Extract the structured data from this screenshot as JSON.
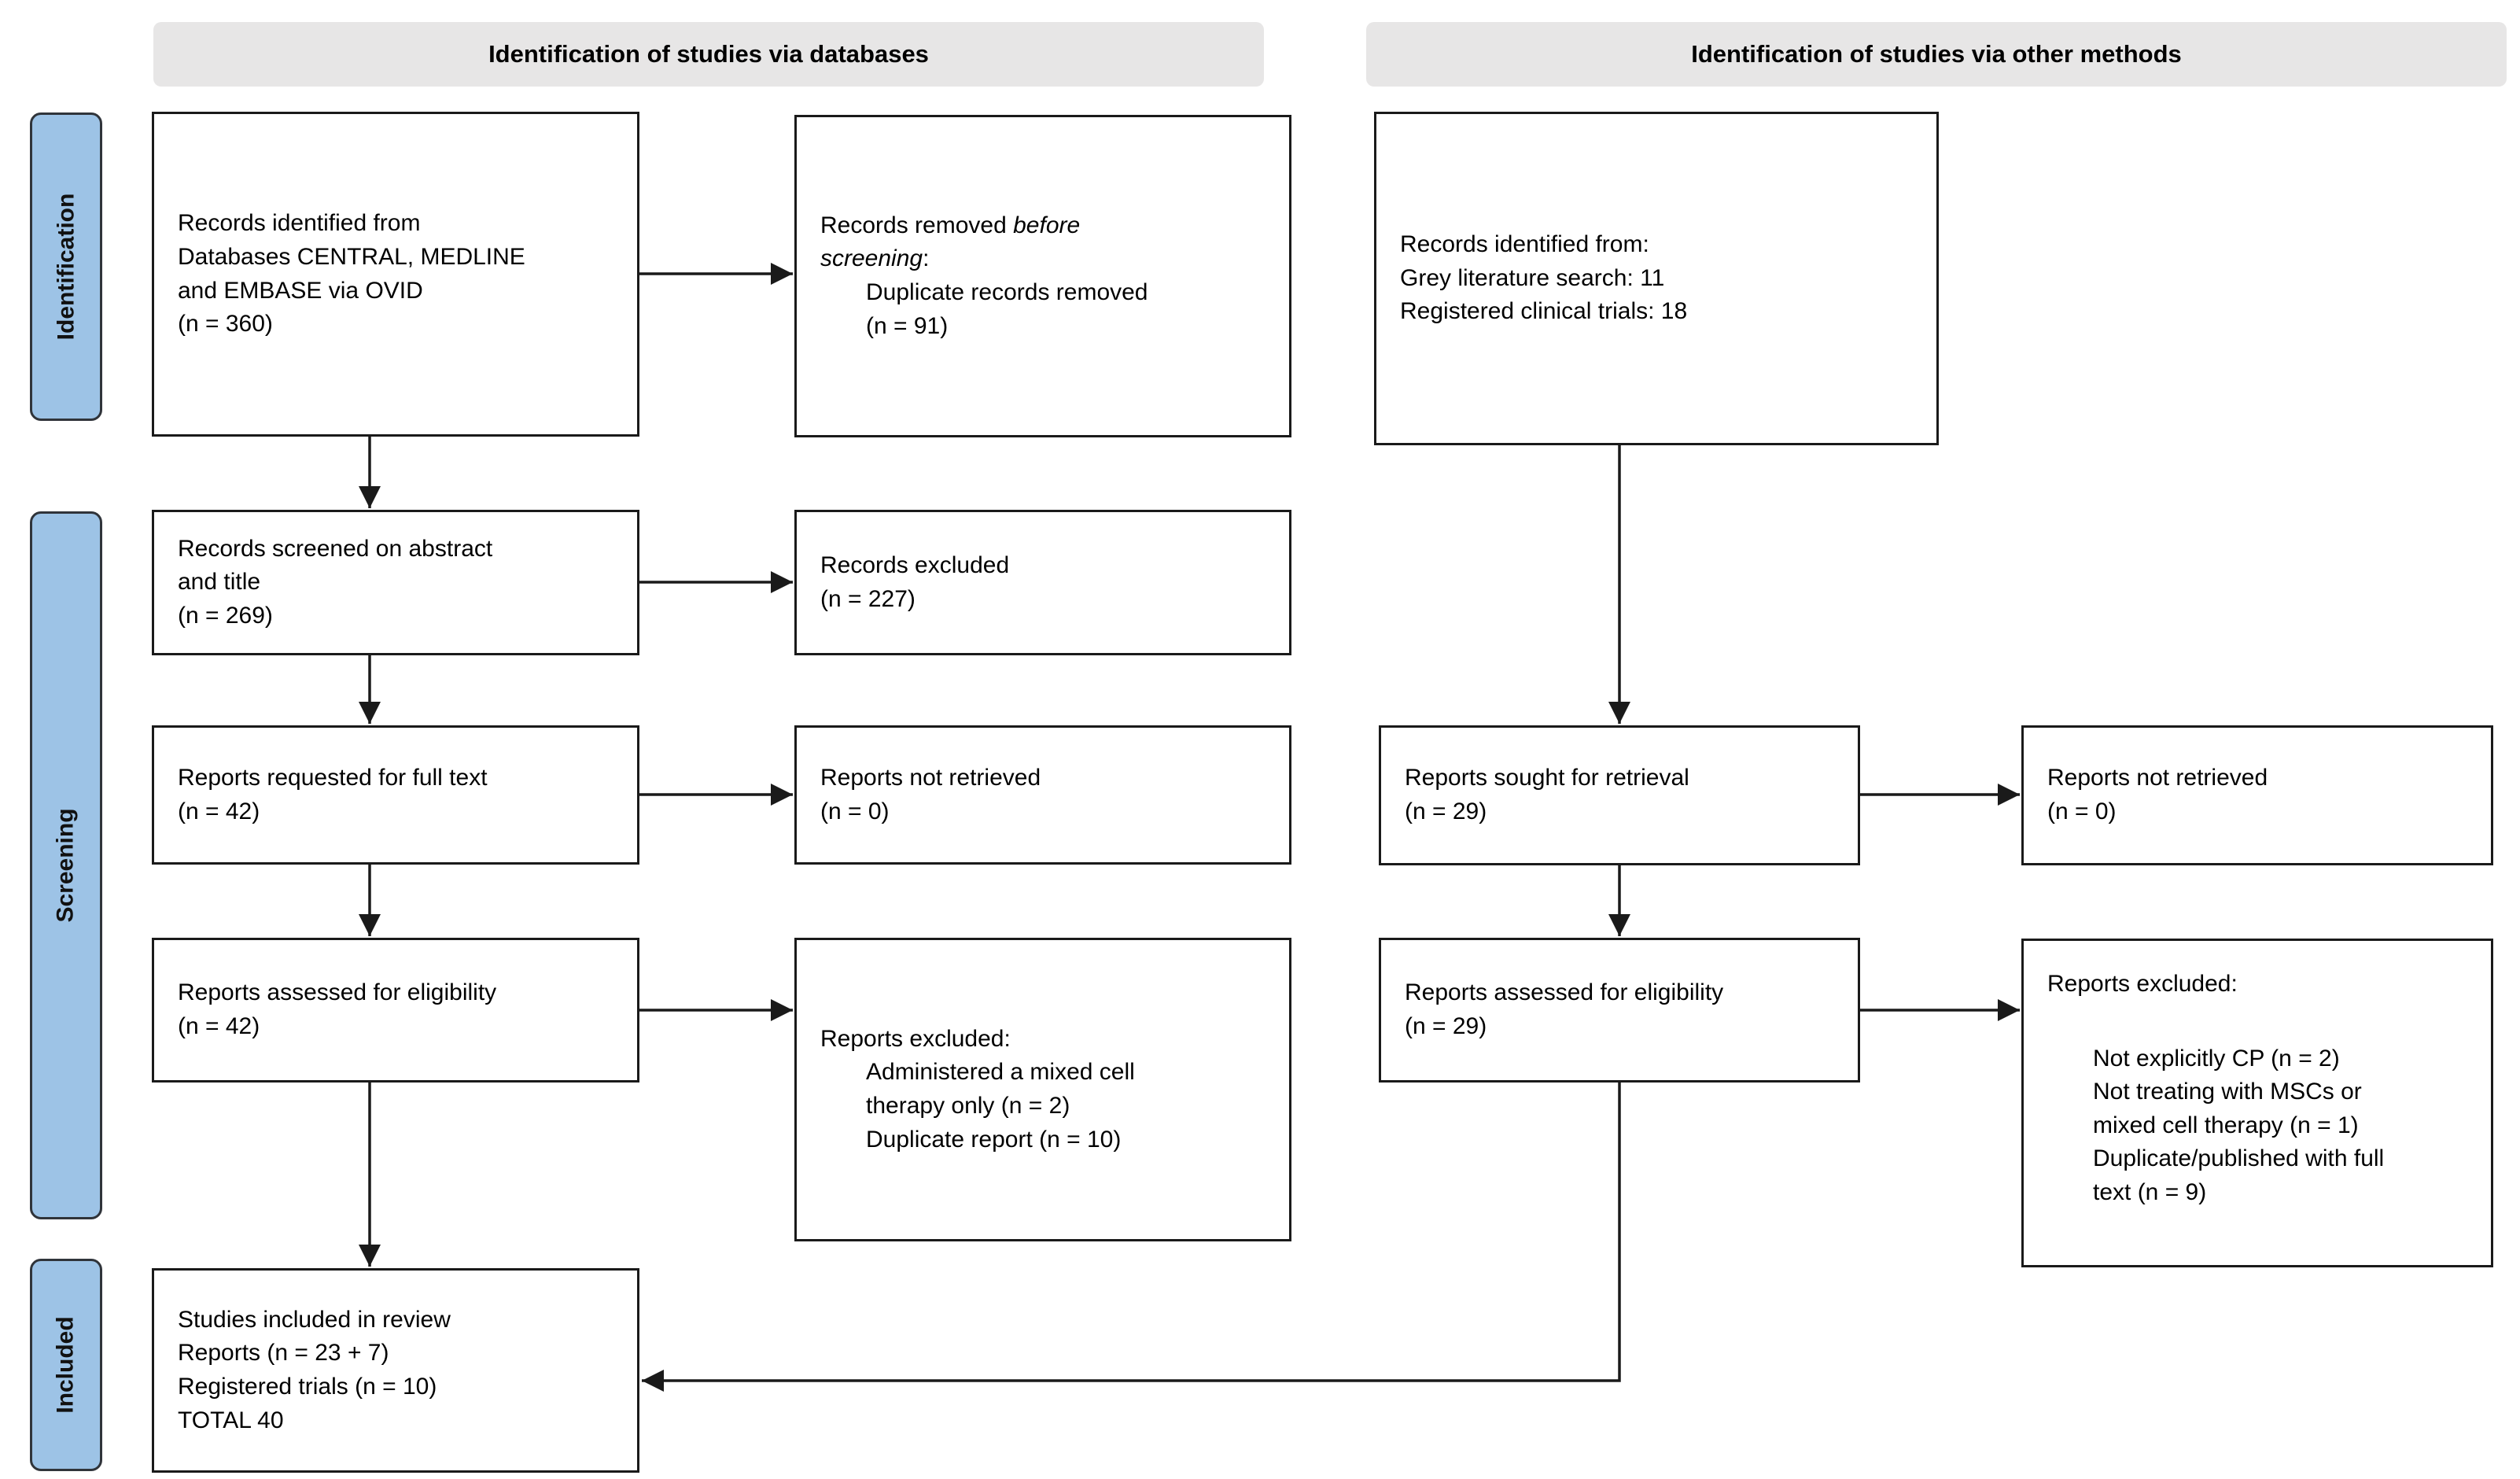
{
  "headers": {
    "databases": "Identification of studies via databases",
    "other_methods": "Identification of studies via other methods"
  },
  "sidebar": {
    "identification": "Identification",
    "screening": "Screening",
    "included": "Included"
  },
  "colors": {
    "sidebar_fill": "#9DC3E6",
    "header_fill": "#E7E6E6",
    "line": "#1A1A1A"
  },
  "boxes": {
    "records_identified_db": {
      "lines": [
        "Records identified from",
        "Databases CENTRAL, MEDLINE",
        "and EMBASE via OVID",
        "(n = 360)"
      ]
    },
    "records_removed": {
      "plain1": "Records removed ",
      "italic1": "before",
      "italic2": "screening",
      "plain2": ":",
      "lines": [
        "Duplicate records removed",
        "(n = 91)"
      ]
    },
    "records_identified_other": {
      "lines": [
        "Records identified from:",
        "Grey literature search: 11",
        "Registered clinical trials: 18"
      ]
    },
    "records_screened": {
      "lines": [
        "Records screened on abstract",
        "and title",
        "(n = 269)"
      ]
    },
    "records_excluded": {
      "lines": [
        "Records excluded",
        "(n = 227)"
      ]
    },
    "reports_requested": {
      "lines": [
        "Reports requested for full text",
        "(n = 42)"
      ]
    },
    "reports_not_retrieved_db": {
      "lines": [
        "Reports not retrieved",
        "(n = 0)"
      ]
    },
    "reports_sought": {
      "lines": [
        "Reports sought for retrieval",
        "(n = 29)"
      ]
    },
    "reports_not_retrieved_other": {
      "lines": [
        "Reports not retrieved",
        "(n = 0)"
      ]
    },
    "reports_assessed_db": {
      "lines": [
        "Reports assessed for eligibility",
        "(n = 42)"
      ]
    },
    "reports_excluded_db": {
      "title": "Reports excluded:",
      "lines": [
        "Administered a mixed cell",
        "therapy only (n = 2)",
        "Duplicate report (n = 10)"
      ]
    },
    "reports_assessed_other": {
      "lines": [
        "Reports assessed for eligibility",
        "(n = 29)"
      ]
    },
    "reports_excluded_other": {
      "title": "Reports excluded:",
      "lines": [
        "Not explicitly CP (n = 2)",
        "Not treating with MSCs or",
        "mixed cell therapy (n = 1)",
        "Duplicate/published with full",
        "text (n = 9)"
      ]
    },
    "studies_included": {
      "lines": [
        "Studies included in review",
        "Reports (n = 23 + 7)",
        "Registered trials (n = 10)",
        "TOTAL 40"
      ]
    }
  }
}
